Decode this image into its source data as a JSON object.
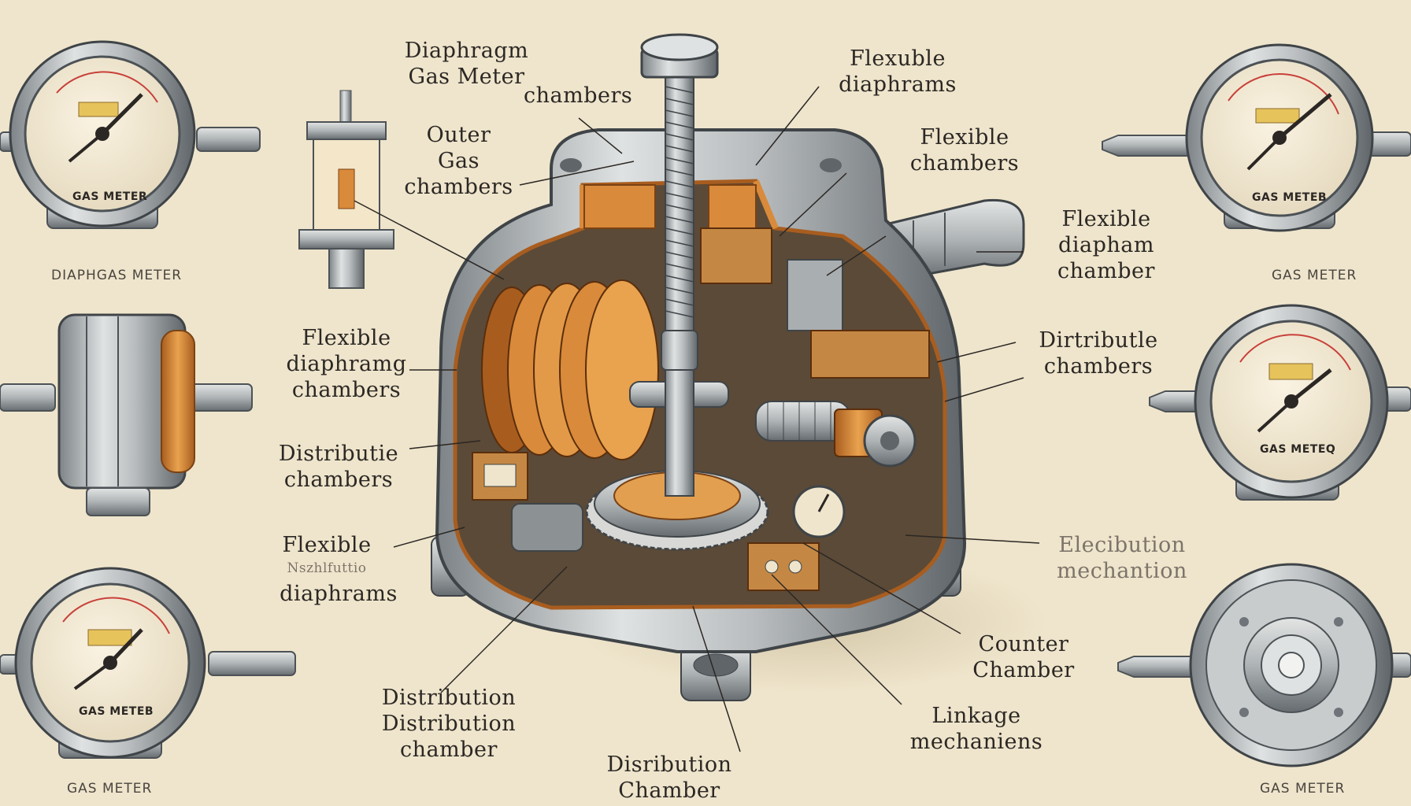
{
  "palette": {
    "background": "#efe5cc",
    "metal": "#b8bcbe",
    "metal_dark": "#6e7479",
    "copper": "#d98a3a",
    "copper_dark": "#a85d1f",
    "ink": "#2b2724",
    "gauge_red": "#c8413a"
  },
  "labels": {
    "diaphragm_gas_meter": "Diaphragm\nGas Meter",
    "chambers_top": "chambers",
    "flexuble_diaphrams": "Flexuble\ndiaphrams",
    "outer_gas_chambers": "Outer\nGas\nchambers",
    "flexible_chambers": "Flexible\nchambers",
    "flexible_diapham_chamber": "Flexible\ndiapham\nchamber",
    "flexible_diaphramg_chambers": "Flexible\ndiaphramg\nchambers",
    "dirtributle_chambers": "Dirtributle\nchambers",
    "distributie_chambers": "Distributie\nchambers",
    "flexible_left": "Flexible",
    "flexible_left_faded": "Nszhlfuttio",
    "diaphrams_left": "diaphrams",
    "elecibution_mechantion": "Elecibution\nmechantion",
    "counter_chamber": "Counter\nChamber",
    "distribution_chamber_left": "Distribution\nDistribution\nchamber",
    "linkage_mechaniens": "Linkage\nmechaniens",
    "disribution_chamber_bottom": "Disribution\nChamber"
  },
  "captions": {
    "top_left": "DIAPHGAS METER",
    "top_right": "GAS METER",
    "bottom_left": "GAS METER",
    "bottom_right": "GAS METER"
  },
  "gauge_texts": {
    "top_left": "GAS METER",
    "top_right": "GAS METEB",
    "mid_right": "GAS METEQ",
    "bottom_left": "GAS METEB"
  }
}
